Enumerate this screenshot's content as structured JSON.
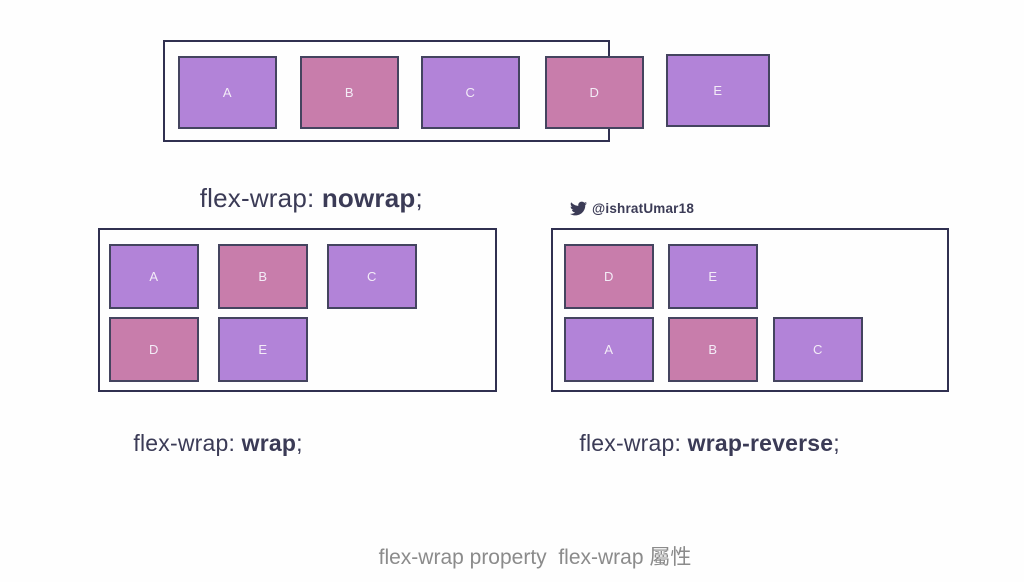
{
  "colors": {
    "purple": "#b283d8",
    "pink": "#c87dab",
    "box_border": "#44445f",
    "container_border": "#303050",
    "label_text": "#3b3b56",
    "caption_text": "#8b8b8b",
    "box_label_text": "#f3ecf7"
  },
  "sections": {
    "nowrap": {
      "label_prefix": "flex-wrap: ",
      "label_bold": "nowrap",
      "label_suffix": ";",
      "boxes": [
        {
          "label": "A",
          "variant": "purple"
        },
        {
          "label": "B",
          "variant": "pink"
        },
        {
          "label": "C",
          "variant": "purple"
        },
        {
          "label": "D",
          "variant": "pink"
        },
        {
          "label": "E",
          "variant": "purple"
        }
      ]
    },
    "wrap": {
      "label_prefix": "flex-wrap: ",
      "label_bold": "wrap",
      "label_suffix": ";",
      "boxes": [
        {
          "label": "A",
          "variant": "purple"
        },
        {
          "label": "B",
          "variant": "pink"
        },
        {
          "label": "C",
          "variant": "purple"
        },
        {
          "label": "D",
          "variant": "pink"
        },
        {
          "label": "E",
          "variant": "purple"
        }
      ]
    },
    "wrap_reverse": {
      "label_prefix": "flex-wrap: ",
      "label_bold": "wrap-reverse",
      "label_suffix": ";",
      "boxes": [
        {
          "label": "D",
          "variant": "pink"
        },
        {
          "label": "E",
          "variant": "purple"
        },
        {
          "label": "A",
          "variant": "purple"
        },
        {
          "label": "B",
          "variant": "pink"
        },
        {
          "label": "C",
          "variant": "purple"
        }
      ]
    }
  },
  "attribution": {
    "icon": "twitter-bird-icon",
    "handle": "@ishratUmar18"
  },
  "caption": "flex-wrap property  flex-wrap 屬性"
}
